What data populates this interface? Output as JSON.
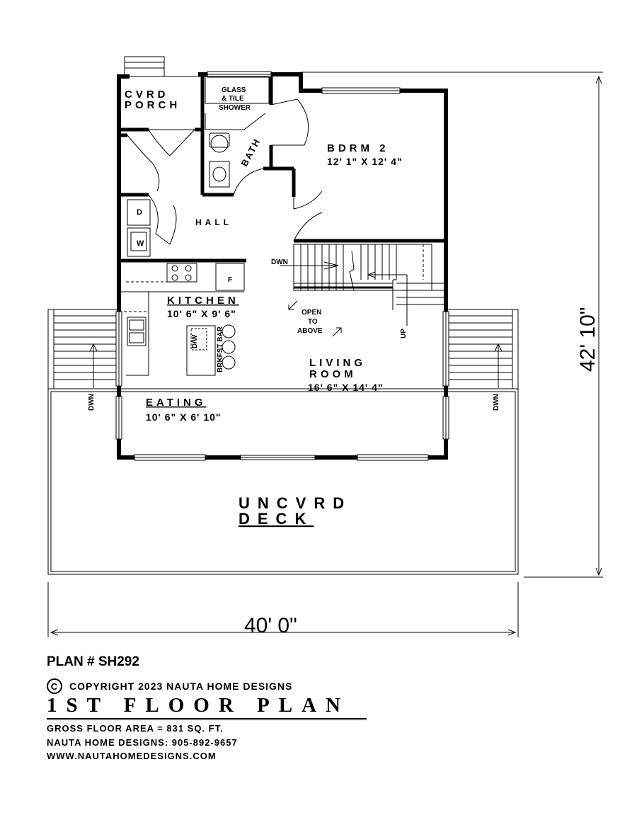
{
  "rooms": {
    "porch": "CVRD\nPORCH",
    "shower": "GLASS\n& TILE\nSHOWER",
    "bath": "BATH",
    "bdrm2_name": "BDRM 2",
    "bdrm2_size": "12' 1\" X 12' 4\"",
    "hall": "HALL",
    "kitchen_name": "KITCHEN",
    "kitchen_size": "10' 6\" X 9' 6\"",
    "living_name_1": "LIVING",
    "living_name_2": "ROOM",
    "living_size": "16' 6\" X 14' 4\"",
    "eating_name": "EATING",
    "eating_size": "10' 6\" X 6' 10\"",
    "deck_1": "UNCVRD",
    "deck_2": "DECK"
  },
  "labels": {
    "dryer": "D",
    "washer": "W",
    "fridge": "F",
    "dw": "D/W",
    "brkfst": "BRKFST BAR",
    "dwn_stair": "DWN",
    "up": "UP",
    "open_above": "OPEN\nTO\nABOVE",
    "dwn_left": "DWN",
    "dwn_right": "DWN"
  },
  "dimensions": {
    "width": "40' 0\"",
    "depth": "42' 10\""
  },
  "footer": {
    "plan_number": "PLAN # SH292",
    "copyright_symbol": "C",
    "copyright": "COPYRIGHT 2023 NAUTA HOME DESIGNS",
    "title": "1ST FLOOR PLAN",
    "gross_area": "GROSS  FLOOR AREA  =  831  SQ. FT.",
    "phone": "NAUTA HOME DESIGNS:  905-892-9657",
    "website": "WWW.NAUTAHOMEDESIGNS.COM"
  }
}
